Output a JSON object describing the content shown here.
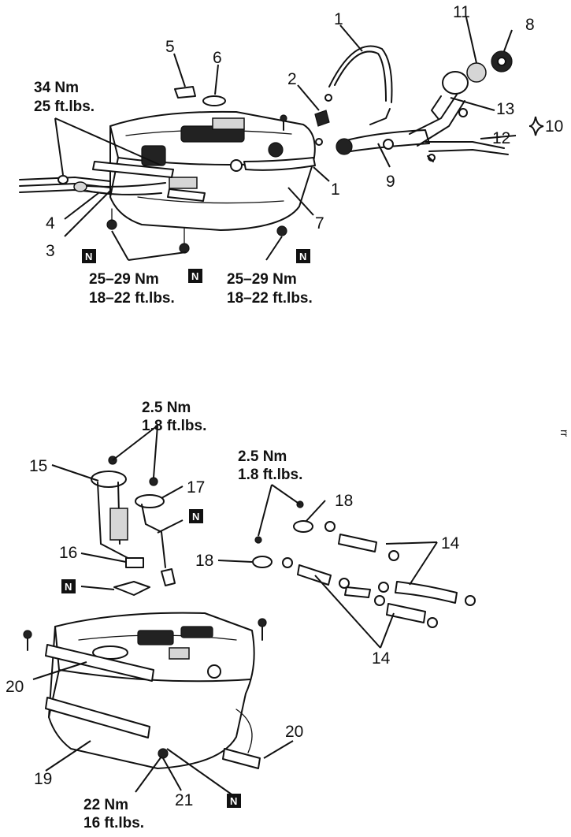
{
  "top": {
    "callouts": [
      "1",
      "2",
      "3",
      "4",
      "5",
      "6",
      "7",
      "8",
      "9",
      "10",
      "11",
      "12",
      "13",
      "1"
    ],
    "torque_34": {
      "nm": "34 Nm",
      "ftlb": "25 ft.lbs."
    },
    "torque_25_left": {
      "nm": "25–29 Nm",
      "ftlb": "18–22 ft.lbs."
    },
    "torque_25_right": {
      "nm": "25–29 Nm",
      "ftlb": "18–22 ft.lbs."
    },
    "n_marks": [
      "N",
      "N",
      "N"
    ]
  },
  "bottom": {
    "callouts": [
      "15",
      "16",
      "17",
      "18",
      "18",
      "14",
      "14",
      "20",
      "20",
      "19",
      "21"
    ],
    "torque_2_5_left": {
      "nm": "2.5 Nm",
      "ftlb": "1.8 ft.lbs."
    },
    "torque_2_5_right": {
      "nm": "2.5 Nm",
      "ftlb": "1.8 ft.lbs."
    },
    "torque_22": {
      "nm": "22 Nm",
      "ftlb": "16 ft.lbs."
    },
    "n_marks": [
      "N",
      "N",
      "N"
    ]
  },
  "page_id": "rr"
}
